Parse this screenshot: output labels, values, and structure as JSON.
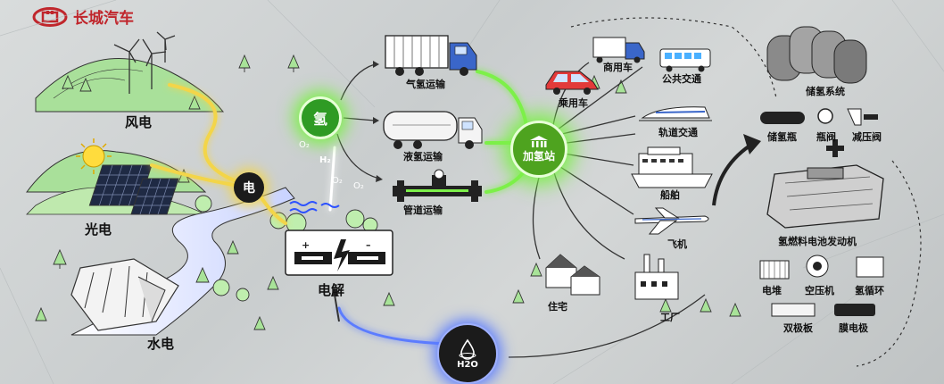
{
  "brand": {
    "name": "长城汽车",
    "color": "#c0262c"
  },
  "sources": {
    "wind": "风电",
    "solar": "光电",
    "hydro": "水电"
  },
  "nodes": {
    "electricity": "电",
    "hydrogen": "氢",
    "electrolysis": "电解",
    "station": "加氢站",
    "water": "H2O"
  },
  "oxygen": [
    "O₂",
    "O₂",
    "O₂"
  ],
  "h2_label": "H₂",
  "transport": {
    "gas": "气氢运输",
    "liquid": "液氢运输",
    "pipeline": "管道运输"
  },
  "uses": {
    "commercial": "商用车",
    "bus": "公共交通",
    "passenger": "乘用车",
    "rail": "轨道交通",
    "ship": "船舶",
    "plane": "飞机",
    "home": "住宅",
    "factory": "工厂"
  },
  "storage": {
    "title": "储氢系统",
    "parts": [
      "储氢瓶",
      "瓶阀",
      "减压阀"
    ]
  },
  "fuelcell": {
    "title": "氢燃料电池发动机",
    "parts": [
      "电堆",
      "空压机",
      "氢循环",
      "双极板",
      "膜电极"
    ]
  },
  "colors": {
    "glow": "#7df04a",
    "yellow": "#f3d54a",
    "blue": "#5b7cff",
    "dark": "#1b1b1b"
  }
}
